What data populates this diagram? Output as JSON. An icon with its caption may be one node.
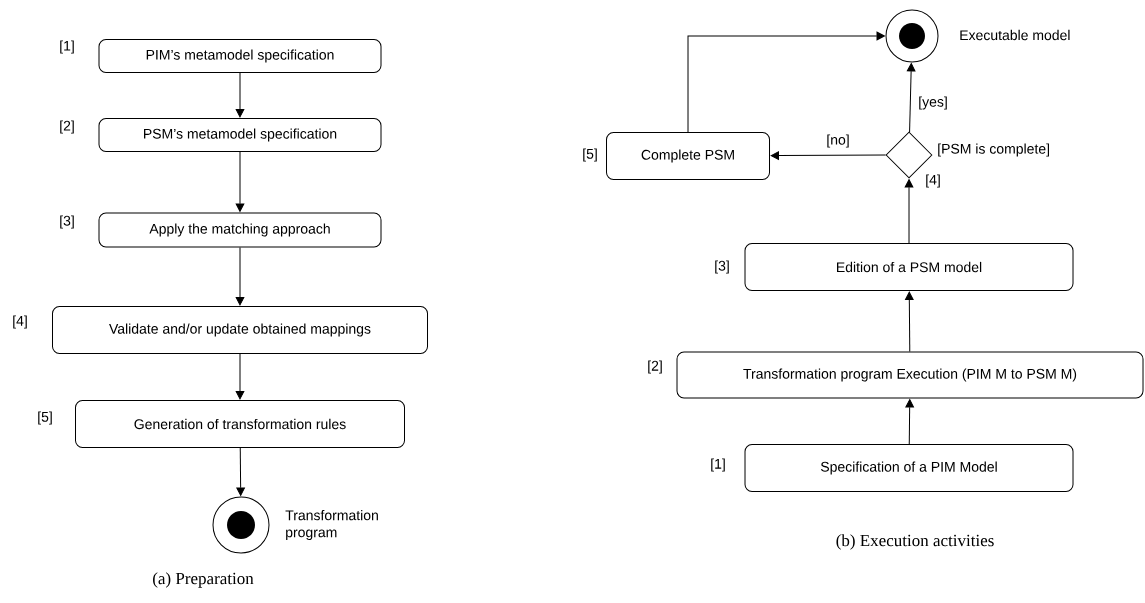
{
  "diagram": {
    "nodes": [
      {
        "text": [
          "PIM’s metamodel specification"
        ],
        "beside": [
          "[1]"
        ]
      },
      {
        "text": [
          "PSM’s metamodel specification"
        ],
        "beside": [
          "[2]"
        ]
      },
      {
        "text": [
          "Apply the matching approach"
        ],
        "beside": [
          "[3]"
        ]
      },
      {
        "text": [
          "Validate and/or update obtained mappings"
        ],
        "beside": [
          "[4]"
        ]
      },
      {
        "text": [
          "Generation of transformation rules"
        ],
        "beside": [
          "[5]"
        ]
      },
      {
        "text": [],
        "shape": "circle",
        "beside": [
          "Transformation program"
        ]
      },
      {
        "text": [
          "Specification of a PIM Model"
        ],
        "beside": [
          "[1]"
        ]
      },
      {
        "text": [
          "Transformation program Execution (PIM M to PSM M)"
        ],
        "beside": [
          "[2]"
        ]
      },
      {
        "text": [
          "Edition of a PSM model"
        ],
        "beside": [
          "[3]"
        ]
      },
      {
        "text": [],
        "shape": "diamond",
        "beside": [
          "[PSM is complete]",
          "[4]"
        ]
      },
      {
        "text": [
          "Complete PSM"
        ],
        "beside": [
          "[5]"
        ]
      },
      {
        "text": [],
        "shape": "circle",
        "beside": [
          "Executable model"
        ]
      }
    ],
    "edges": [
      {
        "from": 0,
        "to": 1,
        "arrow": "to"
      },
      {
        "from": 1,
        "to": 2,
        "arrow": "to"
      },
      {
        "from": 2,
        "to": 3,
        "arrow": "to"
      },
      {
        "from": 3,
        "to": 4,
        "arrow": "to"
      },
      {
        "from": 4,
        "to": 5,
        "arrow": "to"
      },
      {
        "from": 6,
        "to": 7,
        "arrow": "to"
      },
      {
        "from": 7,
        "to": 8,
        "arrow": "to"
      },
      {
        "from": 8,
        "to": 9,
        "arrow": "to"
      },
      {
        "from": 9,
        "to": 11,
        "arrow": "to",
        "label": "[yes]"
      },
      {
        "from": 9,
        "to": 10,
        "arrow": "to",
        "label": "[no]"
      },
      {
        "from": 10,
        "to": 11,
        "arrow": "to"
      }
    ],
    "labels": [
      "(a) Preparation",
      "(b) Execution activities"
    ]
  }
}
